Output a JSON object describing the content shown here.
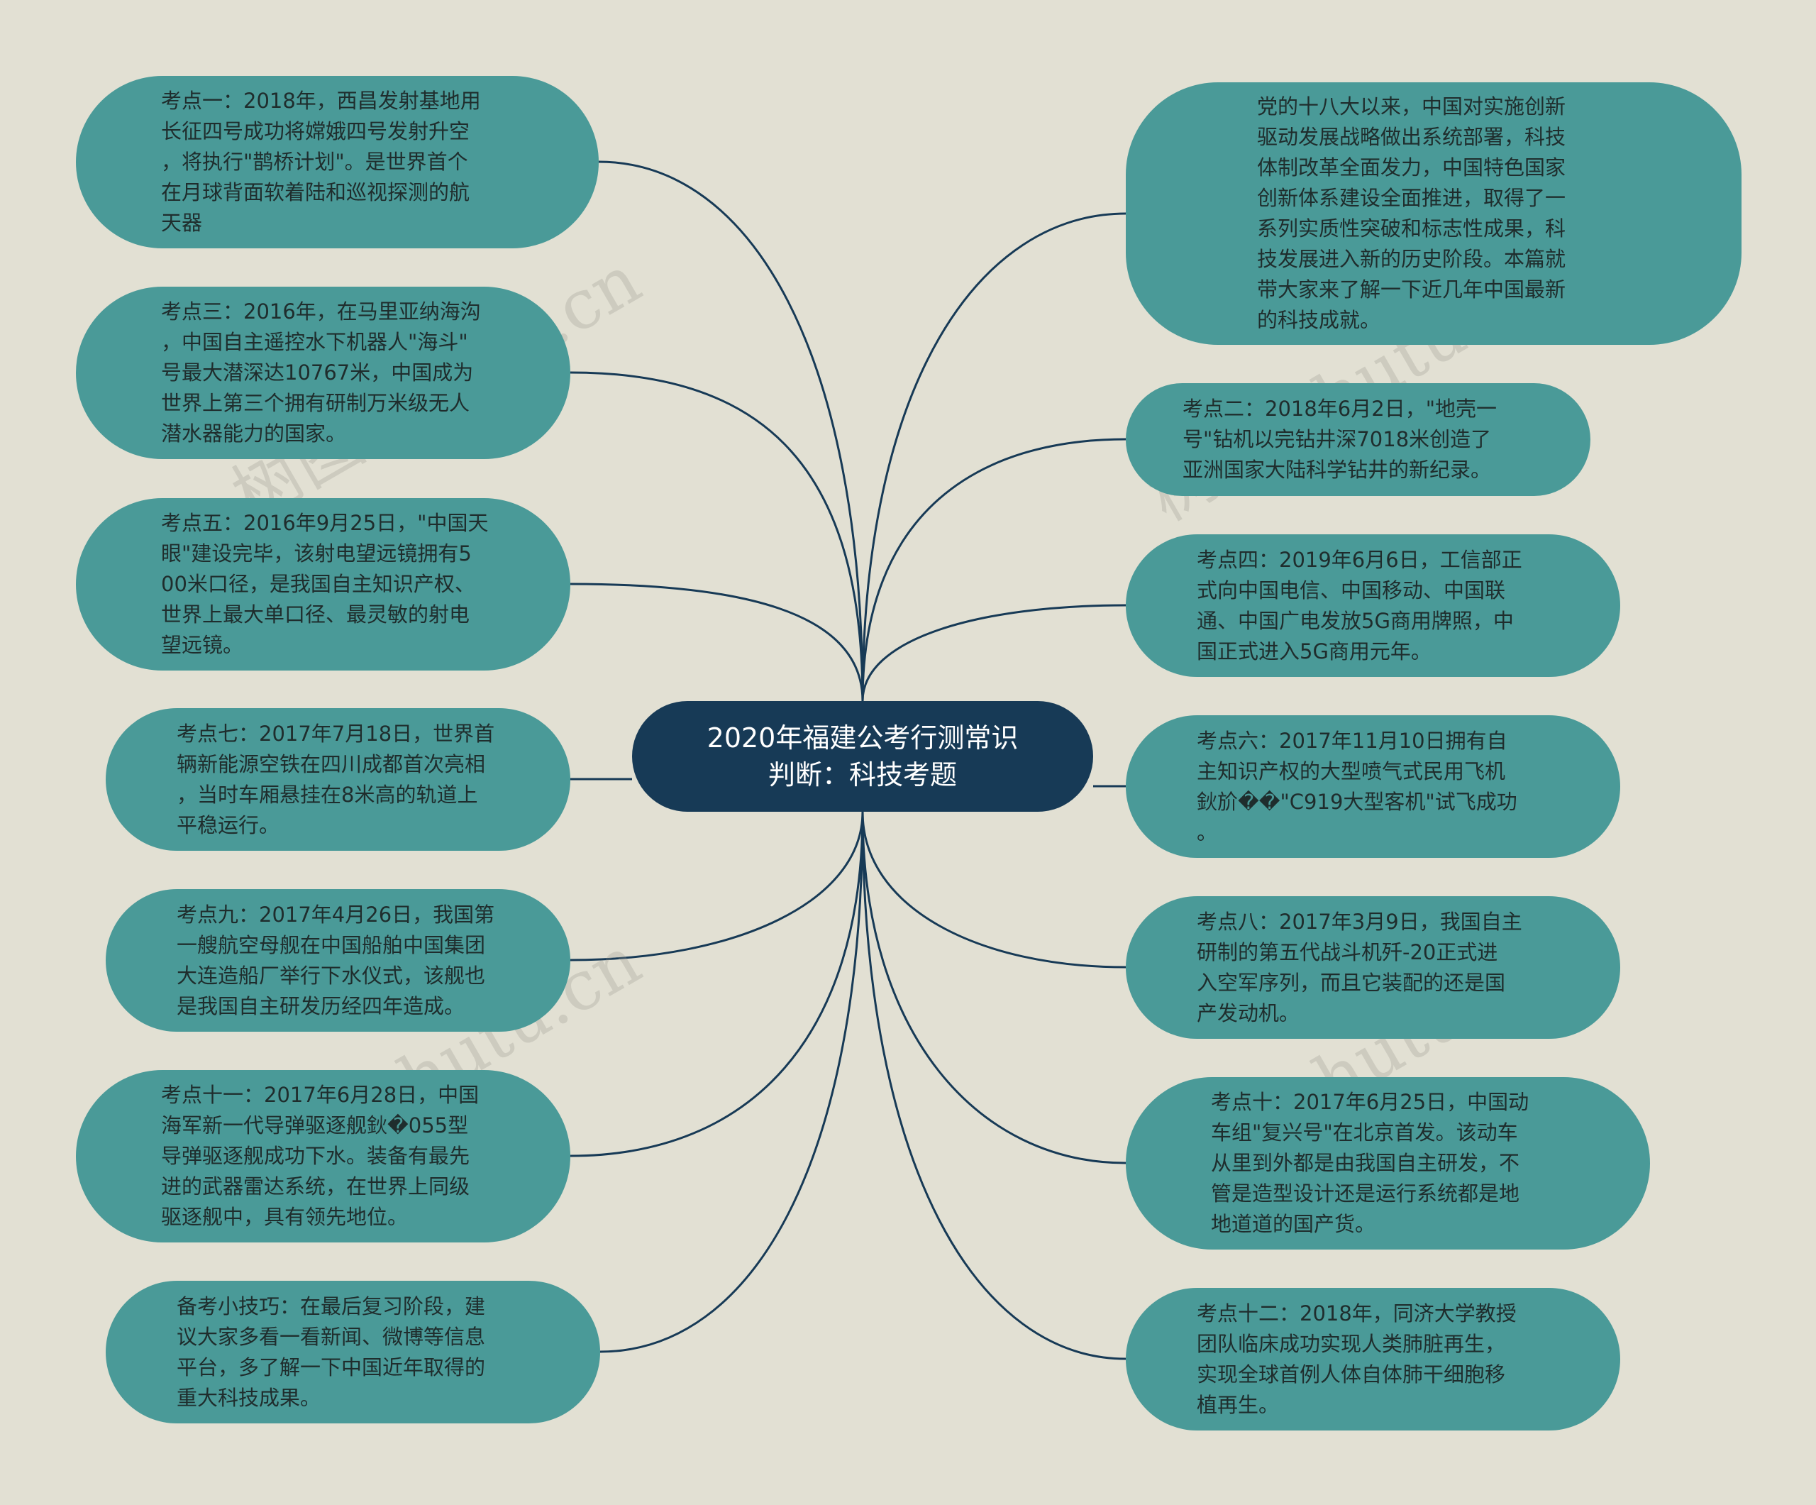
{
  "mindmap": {
    "center": "2020年福建公考行测常识\n判断：科技考题",
    "left": [
      "考点一：2018年，西昌发射基地用\n长征四号成功将嫦娥四号发射升空\n，将执行\"鹊桥计划\"。是世界首个\n在月球背面软着陆和巡视探测的航\n天器",
      "考点三：2016年，在马里亚纳海沟\n，中国自主遥控水下机器人\"海斗\"\n号最大潜深达10767米，中国成为\n世界上第三个拥有研制万米级无人\n潜水器能力的国家。",
      "考点五：2016年9月25日，\"中国天\n眼\"建设完毕，该射电望远镜拥有5\n00米口径，是我国自主知识产权、\n世界上最大单口径、最灵敏的射电\n望远镜。",
      "考点七：2017年7月18日，世界首\n辆新能源空铁在四川成都首次亮相\n，当时车厢悬挂在8米高的轨道上\n平稳运行。",
      "考点九：2017年4月26日，我国第\n一艘航空母舰在中国船舶中国集团\n大连造船厂举行下水仪式，该舰也\n是我国自主研发历经四年造成。",
      "考点十一：2017年6月28日，中国\n海军新一代导弹驱逐舰鈥�055型\n导弹驱逐舰成功下水。装备有最先\n进的武器雷达系统，在世界上同级\n驱逐舰中，具有领先地位。",
      "备考小技巧：在最后复习阶段，建\n议大家多看一看新闻、微博等信息\n平台，多了解一下中国近年取得的\n重大科技成果。"
    ],
    "right": [
      "党的十八大以来，中国对实施创新\n驱动发展战略做出系统部署，科技\n体制改革全面发力，中国特色国家\n创新体系建设全面推进，取得了一\n系列实质性突破和标志性成果，科\n技发展进入新的历史阶段。本篇就\n带大家来了解一下近几年中国最新\n的科技成就。",
      "考点二：2018年6月2日，\"地壳一\n号\"钻机以完钻井深7018米创造了\n亚洲国家大陆科学钻井的新纪录。",
      "考点四：2019年6月6日，工信部正\n式向中国电信、中国移动、中国联\n通、中国广电发放5G商用牌照，中\n国正式进入5G商用元年。",
      "考点六：2017年11月10日拥有自\n主知识产权的大型喷气式民用飞机\n鈥斺��\"C919大型客机\"试飞成功\n。",
      "考点八：2017年3月9日，我国自主\n研制的第五代战斗机歼-20正式进\n入空军序列，而且它装配的还是国\n产发动机。",
      "考点十：2017年6月25日，中国动\n车组\"复兴号\"在北京首发。该动车\n从里到外都是由我国自主研发，不\n管是造型设计还是运行系统都是地\n地道道的国产货。",
      "考点十二：2018年，同济大学教授\n团队临床成功实现人类肺脏再生，\n实现全球首例人体自体肺干细胞移\n植再生。"
    ]
  },
  "watermark": "树图 shutu.cn",
  "colors": {
    "background": "#e2e0d3",
    "node_fill": "#4a9a98",
    "center_fill": "#173a56",
    "link": "#173a56"
  }
}
